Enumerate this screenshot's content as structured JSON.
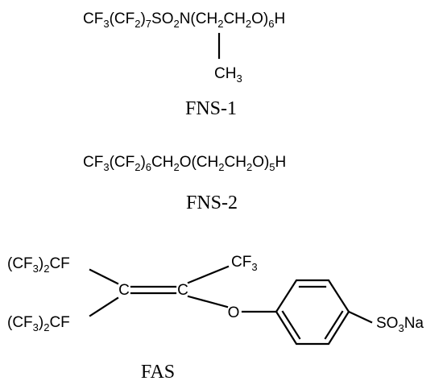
{
  "structures": [
    {
      "formula_segments": [
        {
          "t": "CF",
          "sub": false
        },
        {
          "t": "3",
          "sub": true
        },
        {
          "t": "(CF",
          "sub": false
        },
        {
          "t": "2",
          "sub": true
        },
        {
          "t": ")",
          "sub": false
        },
        {
          "t": "7",
          "sub": true
        },
        {
          "t": "SO",
          "sub": false
        },
        {
          "t": "2",
          "sub": true
        },
        {
          "t": "N(CH",
          "sub": false
        },
        {
          "t": "2",
          "sub": true
        },
        {
          "t": "CH",
          "sub": false
        },
        {
          "t": "2",
          "sub": true
        },
        {
          "t": "O)",
          "sub": false
        },
        {
          "t": "6",
          "sub": true
        },
        {
          "t": "H",
          "sub": false
        }
      ],
      "substituent": [
        {
          "t": "CH",
          "sub": false
        },
        {
          "t": "3",
          "sub": true
        }
      ],
      "name": "FNS-1"
    },
    {
      "formula_segments": [
        {
          "t": "CF",
          "sub": false
        },
        {
          "t": "3",
          "sub": true
        },
        {
          "t": "(CF",
          "sub": false
        },
        {
          "t": "2",
          "sub": true
        },
        {
          "t": ")",
          "sub": false
        },
        {
          "t": "6",
          "sub": true
        },
        {
          "t": "CH",
          "sub": false
        },
        {
          "t": "2",
          "sub": true
        },
        {
          "t": "O(CH",
          "sub": false
        },
        {
          "t": "2",
          "sub": true
        },
        {
          "t": "CH",
          "sub": false
        },
        {
          "t": "2",
          "sub": true
        },
        {
          "t": "O)",
          "sub": false
        },
        {
          "t": "5",
          "sub": true
        },
        {
          "t": "H",
          "sub": false
        }
      ],
      "name": "FNS-2"
    },
    {
      "labels": {
        "top_left_group": [
          {
            "t": "(CF",
            "sub": false
          },
          {
            "t": "3",
            "sub": true
          },
          {
            "t": ")",
            "sub": false
          },
          {
            "t": "2",
            "sub": true
          },
          {
            "t": "CF",
            "sub": false
          }
        ],
        "bottom_left_group": [
          {
            "t": "(CF",
            "sub": false
          },
          {
            "t": "3",
            "sub": true
          },
          {
            "t": ")",
            "sub": false
          },
          {
            "t": "2",
            "sub": true
          },
          {
            "t": "CF",
            "sub": false
          }
        ],
        "top_right_group": [
          {
            "t": "CF",
            "sub": false
          },
          {
            "t": "3",
            "sub": true
          }
        ],
        "carbon_left": "C",
        "carbon_right": "C",
        "oxygen": "O",
        "sulfonate": [
          {
            "t": "SO",
            "sub": false
          },
          {
            "t": "3",
            "sub": true
          },
          {
            "t": "Na",
            "sub": false
          }
        ]
      },
      "name": "FAS"
    }
  ]
}
